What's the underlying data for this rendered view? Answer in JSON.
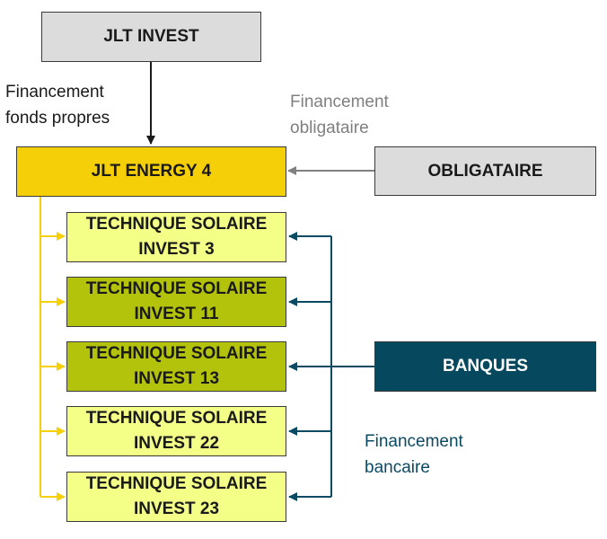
{
  "nodes": {
    "jlt_invest": "JLT INVEST",
    "jlt_energy_4": "JLT ENERGY 4",
    "obligataire": "OBLIGATAIRE",
    "banques": "BANQUES",
    "subsidiaries": [
      {
        "line1": "TECHNIQUE SOLAIRE",
        "line2": "INVEST 3"
      },
      {
        "line1": "TECHNIQUE SOLAIRE",
        "line2": "INVEST 11"
      },
      {
        "line1": "TECHNIQUE SOLAIRE",
        "line2": "INVEST 13"
      },
      {
        "line1": "TECHNIQUE SOLAIRE",
        "line2": "INVEST 22"
      },
      {
        "line1": "TECHNIQUE SOLAIRE",
        "line2": "INVEST 23"
      }
    ]
  },
  "labels": {
    "equity_line1": "Financement",
    "equity_line2": "fonds propres",
    "bond_line1": "Financement",
    "bond_line2": "obligataire",
    "bank_line1": "Financement",
    "bank_line2": "bancaire"
  },
  "colors": {
    "gray_box": "#dcdcdc",
    "gold_box": "#f5cf08",
    "light_yellow_box": "#f4ff87",
    "olive_box": "#b3c20a",
    "teal_box": "#06485e",
    "gray_text": "#7f7f7f",
    "teal_text": "#0b4a63"
  }
}
